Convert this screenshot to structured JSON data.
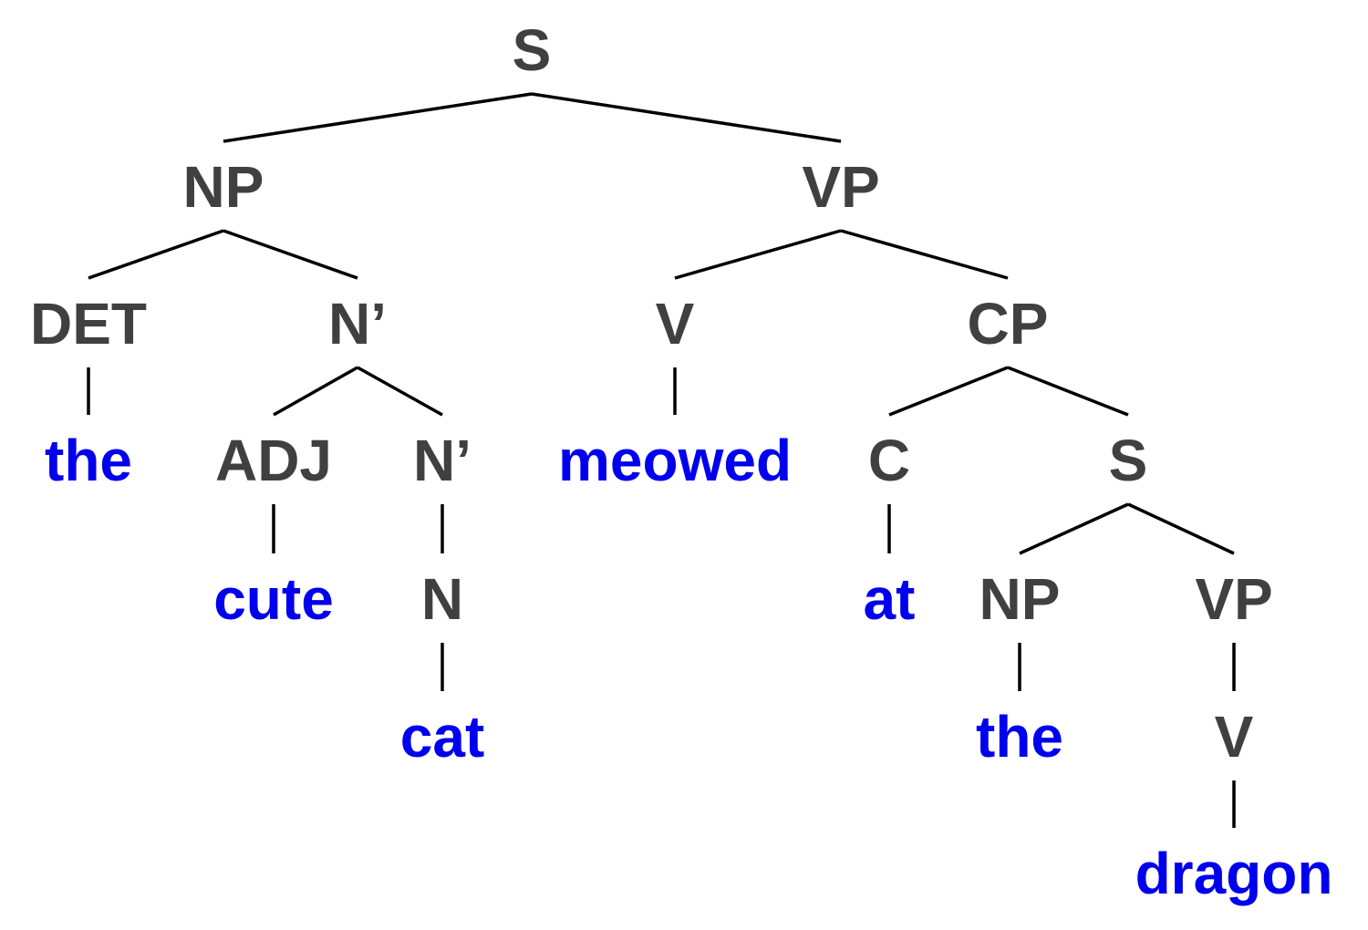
{
  "tree": {
    "colors": {
      "category": "#404040",
      "word": "#0000ee",
      "line": "#000000"
    },
    "nodes": [
      {
        "id": "s1",
        "label": "S",
        "kind": "category"
      },
      {
        "id": "np1",
        "label": "NP",
        "kind": "category"
      },
      {
        "id": "vp1",
        "label": "VP",
        "kind": "category"
      },
      {
        "id": "det1",
        "label": "DET",
        "kind": "category"
      },
      {
        "id": "nbar1",
        "label": "N’",
        "kind": "category"
      },
      {
        "id": "v1",
        "label": "V",
        "kind": "category"
      },
      {
        "id": "cp1",
        "label": "CP",
        "kind": "category"
      },
      {
        "id": "w-the1",
        "label": "the",
        "kind": "word"
      },
      {
        "id": "adj1",
        "label": "ADJ",
        "kind": "category"
      },
      {
        "id": "nbar2",
        "label": "N’",
        "kind": "category"
      },
      {
        "id": "w-meowed",
        "label": "meowed",
        "kind": "word"
      },
      {
        "id": "c1",
        "label": "C",
        "kind": "category"
      },
      {
        "id": "s2",
        "label": "S",
        "kind": "category"
      },
      {
        "id": "w-cute",
        "label": "cute",
        "kind": "word"
      },
      {
        "id": "n1",
        "label": "N",
        "kind": "category"
      },
      {
        "id": "w-at",
        "label": "at",
        "kind": "word"
      },
      {
        "id": "np2",
        "label": "NP",
        "kind": "category"
      },
      {
        "id": "vp2",
        "label": "VP",
        "kind": "category"
      },
      {
        "id": "w-cat",
        "label": "cat",
        "kind": "word"
      },
      {
        "id": "w-the2",
        "label": "the",
        "kind": "word"
      },
      {
        "id": "v2",
        "label": "V",
        "kind": "category"
      },
      {
        "id": "w-dragon",
        "label": "dragon",
        "kind": "word"
      }
    ],
    "edges": [
      [
        "s1",
        "np1"
      ],
      [
        "s1",
        "vp1"
      ],
      [
        "np1",
        "det1"
      ],
      [
        "np1",
        "nbar1"
      ],
      [
        "vp1",
        "v1"
      ],
      [
        "vp1",
        "cp1"
      ],
      [
        "det1",
        "w-the1"
      ],
      [
        "nbar1",
        "adj1"
      ],
      [
        "nbar1",
        "nbar2"
      ],
      [
        "v1",
        "w-meowed"
      ],
      [
        "cp1",
        "c1"
      ],
      [
        "cp1",
        "s2"
      ],
      [
        "adj1",
        "w-cute"
      ],
      [
        "nbar2",
        "n1"
      ],
      [
        "c1",
        "w-at"
      ],
      [
        "s2",
        "np2"
      ],
      [
        "s2",
        "vp2"
      ],
      [
        "n1",
        "w-cat"
      ],
      [
        "np2",
        "w-the2"
      ],
      [
        "vp2",
        "v2"
      ],
      [
        "v2",
        "w-dragon"
      ]
    ]
  }
}
